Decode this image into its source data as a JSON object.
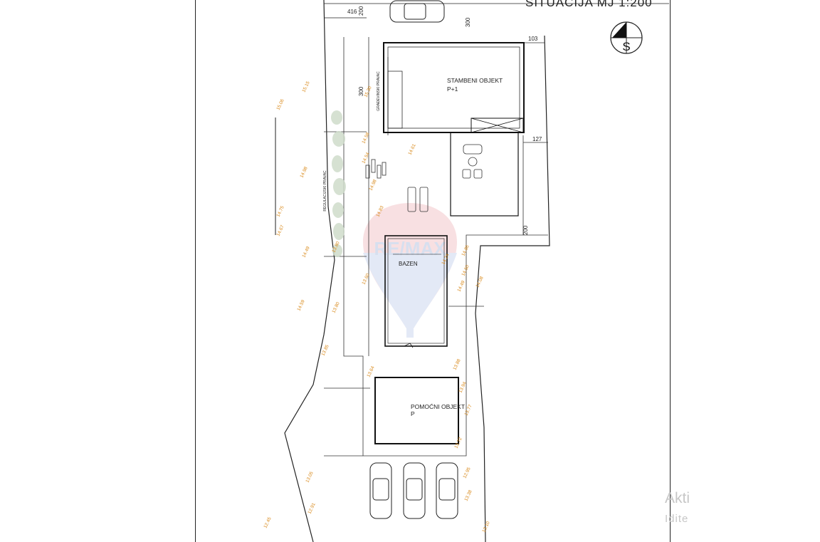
{
  "drawing": {
    "title": "SITUACIJA  MJ 1:200",
    "compass_letter": "S",
    "watermark_logo_text": "RE/MAX",
    "labels": {
      "main_building_name": "STAMBENI  OBJEKT",
      "main_building_floors": "P+1",
      "pool": "BAZEN",
      "aux_building_name": "POMOĆNI  OBJEKT",
      "aux_building_floors": "P",
      "building_line": "GRAĐEVINSKI PRAVAC",
      "regulation_line": "REGULACIJSKI PRAVAC"
    },
    "dimensions": {
      "top_left_width": "416",
      "top_left_depth": "200",
      "top_setback": "300",
      "right_setback_top": "103",
      "right_setback_mid": "127",
      "mid_right_depth": "200",
      "left_setback": "300"
    },
    "elevations": [
      "15.15",
      "15.06",
      "15.30",
      "14.98",
      "14.61",
      "14.58",
      "14.54",
      "14.98",
      "14.75",
      "14.67",
      "14.83",
      "14.86",
      "14.49",
      "14.24",
      "14.50",
      "14.08",
      "14.49",
      "13.80",
      "13.80",
      "14.59",
      "13.60",
      "13.85",
      "13.64",
      "13.88",
      "13.94",
      "13.77",
      "13.72",
      "13.05",
      "12.95",
      "13.38",
      "12.91",
      "12.45",
      "13.10"
    ],
    "external_levels": [
      "15.06",
      "13.80"
    ]
  },
  "watermark": {
    "line1": "Akti",
    "line2": "Idite"
  },
  "colors": {
    "line": "#222222",
    "elevation_text": "#d98a1c",
    "vegetation": "#c9d8c0",
    "logo_red": "#e8a0a4",
    "logo_blue": "#b7c6e2"
  }
}
